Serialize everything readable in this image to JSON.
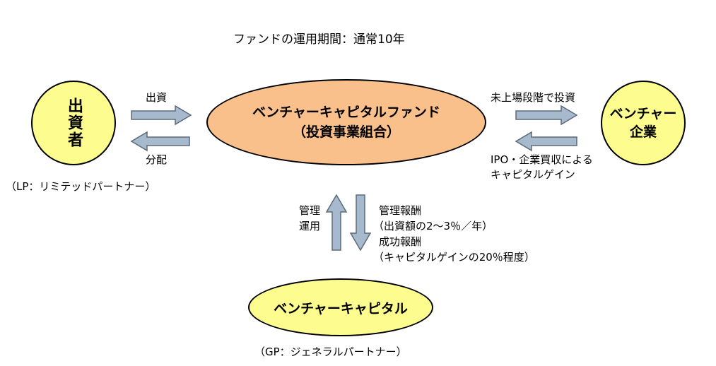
{
  "title": "ファンドの運用期間：通常10年",
  "fund": {
    "line1": "ベンチャーキャピタルファンド",
    "line2": "（投資事業組合）"
  },
  "investor": {
    "label": "出資者",
    "caption": "（LP：リミテッドパートナー）"
  },
  "venture_company": {
    "line1": "ベンチャー",
    "line2": "企業"
  },
  "venture_capital": {
    "label": "ベンチャーキャピタル",
    "caption": "（GP：ジェネラルパートナー）"
  },
  "flows": {
    "investment_in": "出資",
    "distribution": "分配",
    "invest_pre_listing": "未上場段階で投資",
    "capital_gain_line1": "IPO・企業買収による",
    "capital_gain_line2": "キャピタルゲイン",
    "management_line1": "管理",
    "management_line2": "運用",
    "fee_line1": "管理報酬",
    "fee_line2": "（出資額の2～3％／年）",
    "fee_line3": "成功報酬",
    "fee_line4": "（キャピタルゲインの20％程度）"
  },
  "colors": {
    "fund_fill": "#f9c08c",
    "party_fill": "#fdfc8e",
    "arrow_fill": "#a7b9cc",
    "arrow_stroke": "#5b6b7b"
  }
}
